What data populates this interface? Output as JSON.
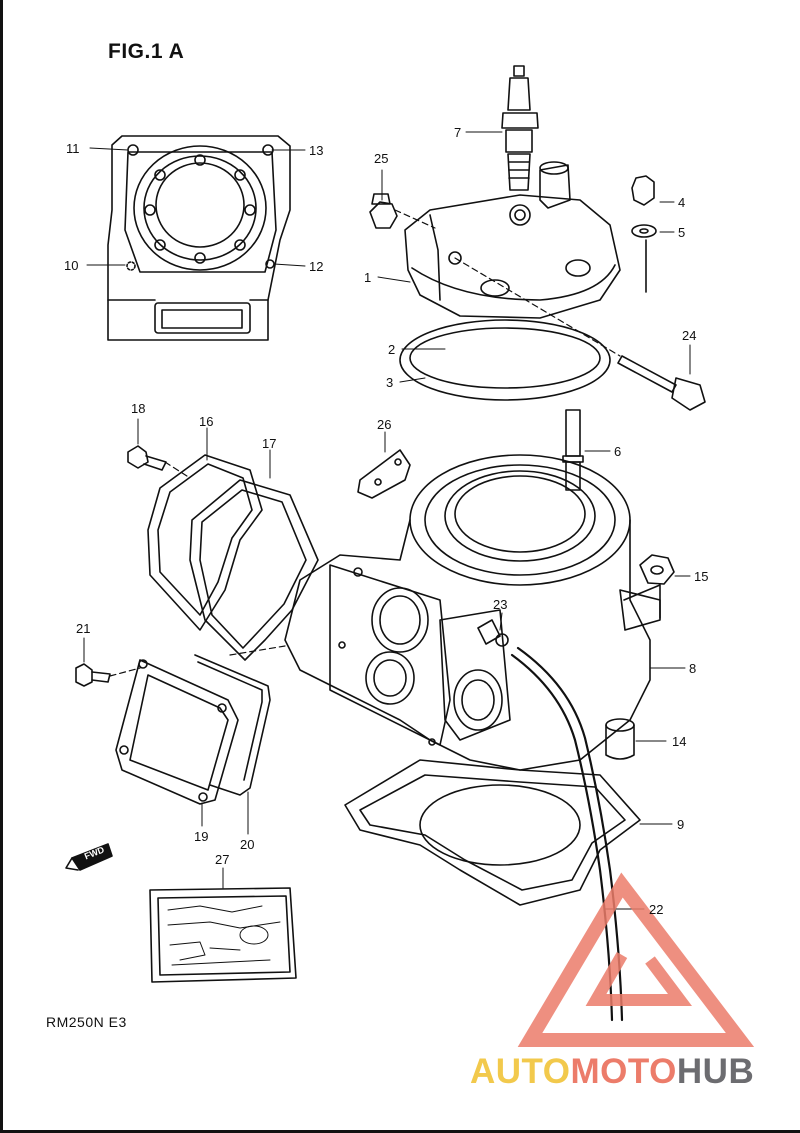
{
  "figure": {
    "title": "FIG.1 A",
    "model": "RM250N E3"
  },
  "parts": [
    {
      "id": "p1",
      "label": "1"
    },
    {
      "id": "p2",
      "label": "2"
    },
    {
      "id": "p3",
      "label": "3"
    },
    {
      "id": "p4",
      "label": "4"
    },
    {
      "id": "p5",
      "label": "5"
    },
    {
      "id": "p6",
      "label": "6"
    },
    {
      "id": "p7",
      "label": "7"
    },
    {
      "id": "p8",
      "label": "8"
    },
    {
      "id": "p9",
      "label": "9"
    },
    {
      "id": "p10",
      "label": "10"
    },
    {
      "id": "p11",
      "label": "11"
    },
    {
      "id": "p12",
      "label": "12"
    },
    {
      "id": "p13",
      "label": "13"
    },
    {
      "id": "p14",
      "label": "14"
    },
    {
      "id": "p15",
      "label": "15"
    },
    {
      "id": "p16",
      "label": "16"
    },
    {
      "id": "p17",
      "label": "17"
    },
    {
      "id": "p18",
      "label": "18"
    },
    {
      "id": "p19",
      "label": "19"
    },
    {
      "id": "p20",
      "label": "20"
    },
    {
      "id": "p21",
      "label": "21"
    },
    {
      "id": "p22",
      "label": "22"
    },
    {
      "id": "p23",
      "label": "23"
    },
    {
      "id": "p24",
      "label": "24"
    },
    {
      "id": "p25",
      "label": "25"
    },
    {
      "id": "p26",
      "label": "26"
    },
    {
      "id": "p27",
      "label": "27"
    }
  ],
  "fwd_label": "FWD",
  "watermark": {
    "part1": "AUTO",
    "part2": "MOTO",
    "part3": "HUB",
    "colors": {
      "auto": "#f2c94c",
      "moto": "#ec7c6a",
      "hub": "#6c6c70",
      "triangle": "#ec7c6a"
    }
  }
}
